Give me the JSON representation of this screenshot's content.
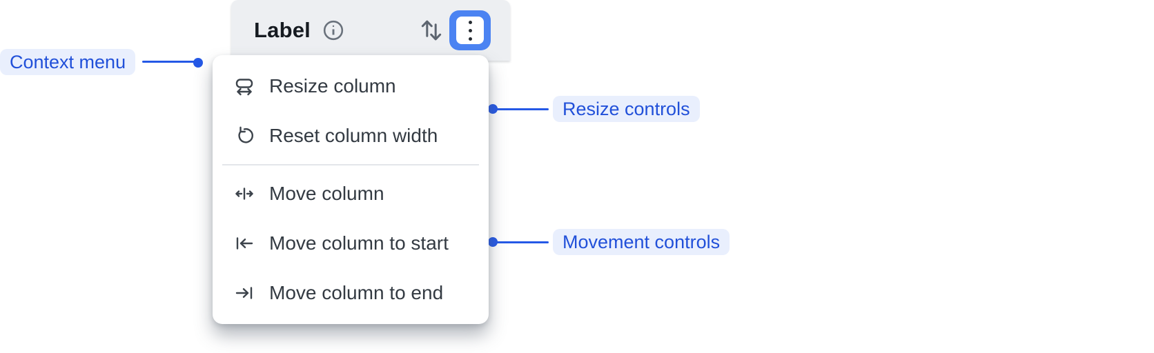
{
  "header": {
    "label": "Label",
    "info_icon": "info-icon",
    "sort_icon": "sort-up-down-icon",
    "overflow_icon": "overflow-menu-icon"
  },
  "menu": {
    "items": [
      {
        "label": "Resize column",
        "icon": "resize-column-icon"
      },
      {
        "label": "Reset column width",
        "icon": "reset-column-width-icon"
      },
      {
        "label": "Move column",
        "icon": "move-column-icon"
      },
      {
        "label": "Move column to start",
        "icon": "move-column-to-start-icon"
      },
      {
        "label": "Move column to end",
        "icon": "move-column-to-end-icon"
      }
    ],
    "divider_after": "Reset column width"
  },
  "annotations": {
    "context_menu": {
      "label": "Context menu"
    },
    "resize_controls": {
      "label": "Resize controls"
    },
    "movement_controls": {
      "label": "Movement controls"
    }
  },
  "colors": {
    "annotation_text": "#2150d9",
    "annotation_bg": "#e9effd",
    "connector": "#2458e6",
    "focus_ring": "#4b83f2",
    "header_bg": "#edeff2",
    "menu_text": "#333a42",
    "icon": "#3c434b"
  }
}
